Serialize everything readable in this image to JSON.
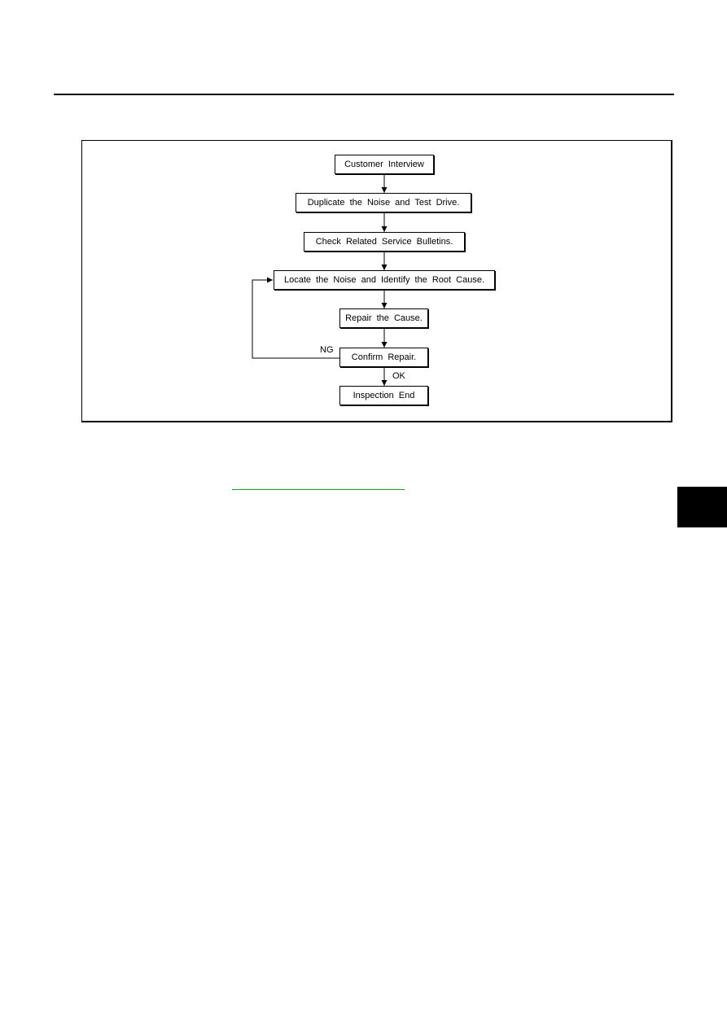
{
  "flowchart": {
    "steps": [
      {
        "id": "customer-interview",
        "label": "Customer Interview"
      },
      {
        "id": "duplicate-noise",
        "label": "Duplicate the Noise and Test Drive."
      },
      {
        "id": "check-bulletins",
        "label": "Check Related Service Bulletins."
      },
      {
        "id": "locate-noise",
        "label": "Locate the Noise and Identify the Root Cause."
      },
      {
        "id": "repair-cause",
        "label": "Repair the Cause."
      },
      {
        "id": "confirm-repair",
        "label": "Confirm Repair."
      },
      {
        "id": "inspection-end",
        "label": "Inspection End"
      }
    ],
    "edges": {
      "ng_label": "NG",
      "ok_label": "OK"
    }
  },
  "colors": {
    "link_underline": "#00b000",
    "side_tab": "#000000"
  }
}
